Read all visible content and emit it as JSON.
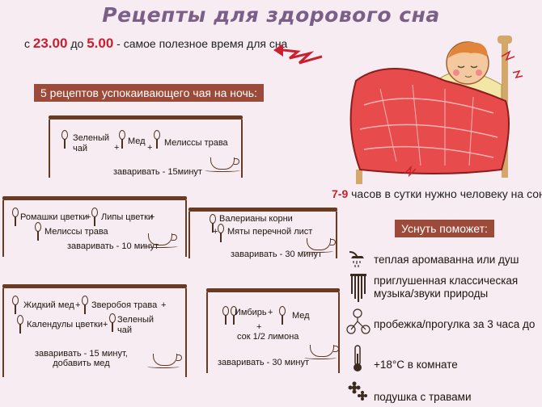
{
  "title": "Рецепты для здорового сна",
  "sleep_time": {
    "prefix_from": "с",
    "from": "23.00",
    "prefix_to": "до",
    "to": "5.00",
    "suffix": "- самое полезное время для сна"
  },
  "hours": {
    "value": "7-9",
    "text": "часов в сутки нужно человеку на сон"
  },
  "tea_banner": "5 рецептов успокаивающего чая на ночь:",
  "recipes": [
    {
      "ingredients": [
        "Зеленый",
        "чай",
        "+",
        "Мед",
        "+",
        "Мелиссы трава"
      ],
      "brew": "заваривать - 15минут"
    },
    {
      "ingredients": [
        "Ромашки цветки",
        "+",
        "Липы цветки",
        "+",
        "Мелиссы трава"
      ],
      "brew": "заваривать - 10 минут"
    },
    {
      "ingredients": [
        "Валерианы корни",
        "+",
        "Мяты перечной лист"
      ],
      "brew": "заваривать - 30 минут"
    },
    {
      "ingredients": [
        "Жидкий мед",
        "+",
        "Зверобоя трава",
        "+",
        "Календулы цветки",
        "+",
        "Зеленый",
        "чай"
      ],
      "brew": "заваривать - 15 минут,",
      "brew2": "добавить мед"
    },
    {
      "ingredients": [
        "Имбирь",
        "+",
        "Мед",
        "+",
        "сок 1/2 лимона"
      ],
      "brew": "заваривать - 30 минут"
    }
  ],
  "help_banner": "Уснуть поможет:",
  "tips": [
    {
      "icon": "shower-icon",
      "text": "теплая аромаванна или душ"
    },
    {
      "icon": "wind-chime-icon",
      "text": "приглушенная классическая",
      "text2": "музыка/звуки природы"
    },
    {
      "icon": "bicycle-icon",
      "text": "пробежка/прогулка за 3 часа до"
    },
    {
      "icon": "thermometer-icon",
      "text": "+18°С в комнате"
    },
    {
      "icon": "flowers-icon",
      "text": "подушка с травами"
    }
  ],
  "colors": {
    "accent": "#c92030",
    "banner": "#9c4a3a",
    "title": "#7a5f88",
    "frame": "#6b3a22",
    "blanket": "#e84b4b"
  }
}
